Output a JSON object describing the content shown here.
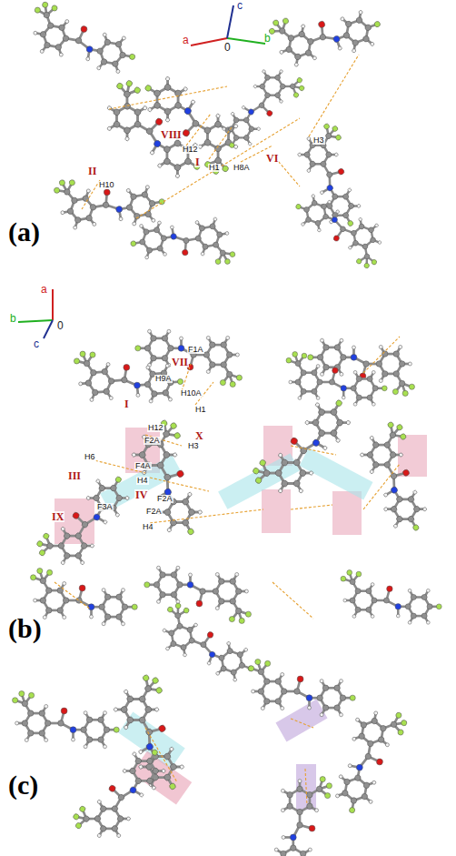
{
  "diagram": {
    "labels": [
      "c",
      "a",
      "0",
      "b",
      "VIII",
      "H12",
      "I",
      "H1",
      "II",
      "H10",
      "H8A",
      "VI",
      "H3",
      "(a)",
      "a",
      "b",
      "0",
      "c",
      "VII",
      "F1A",
      "H9A",
      "H10A",
      "I",
      "H1",
      "H12",
      "X",
      "F2A",
      "H3",
      "H6",
      "F4A",
      "III",
      "H4",
      "IV",
      "F2A",
      "F3A",
      "F2A",
      "IX",
      "H4",
      "(b)",
      "(c)"
    ]
  }
}
